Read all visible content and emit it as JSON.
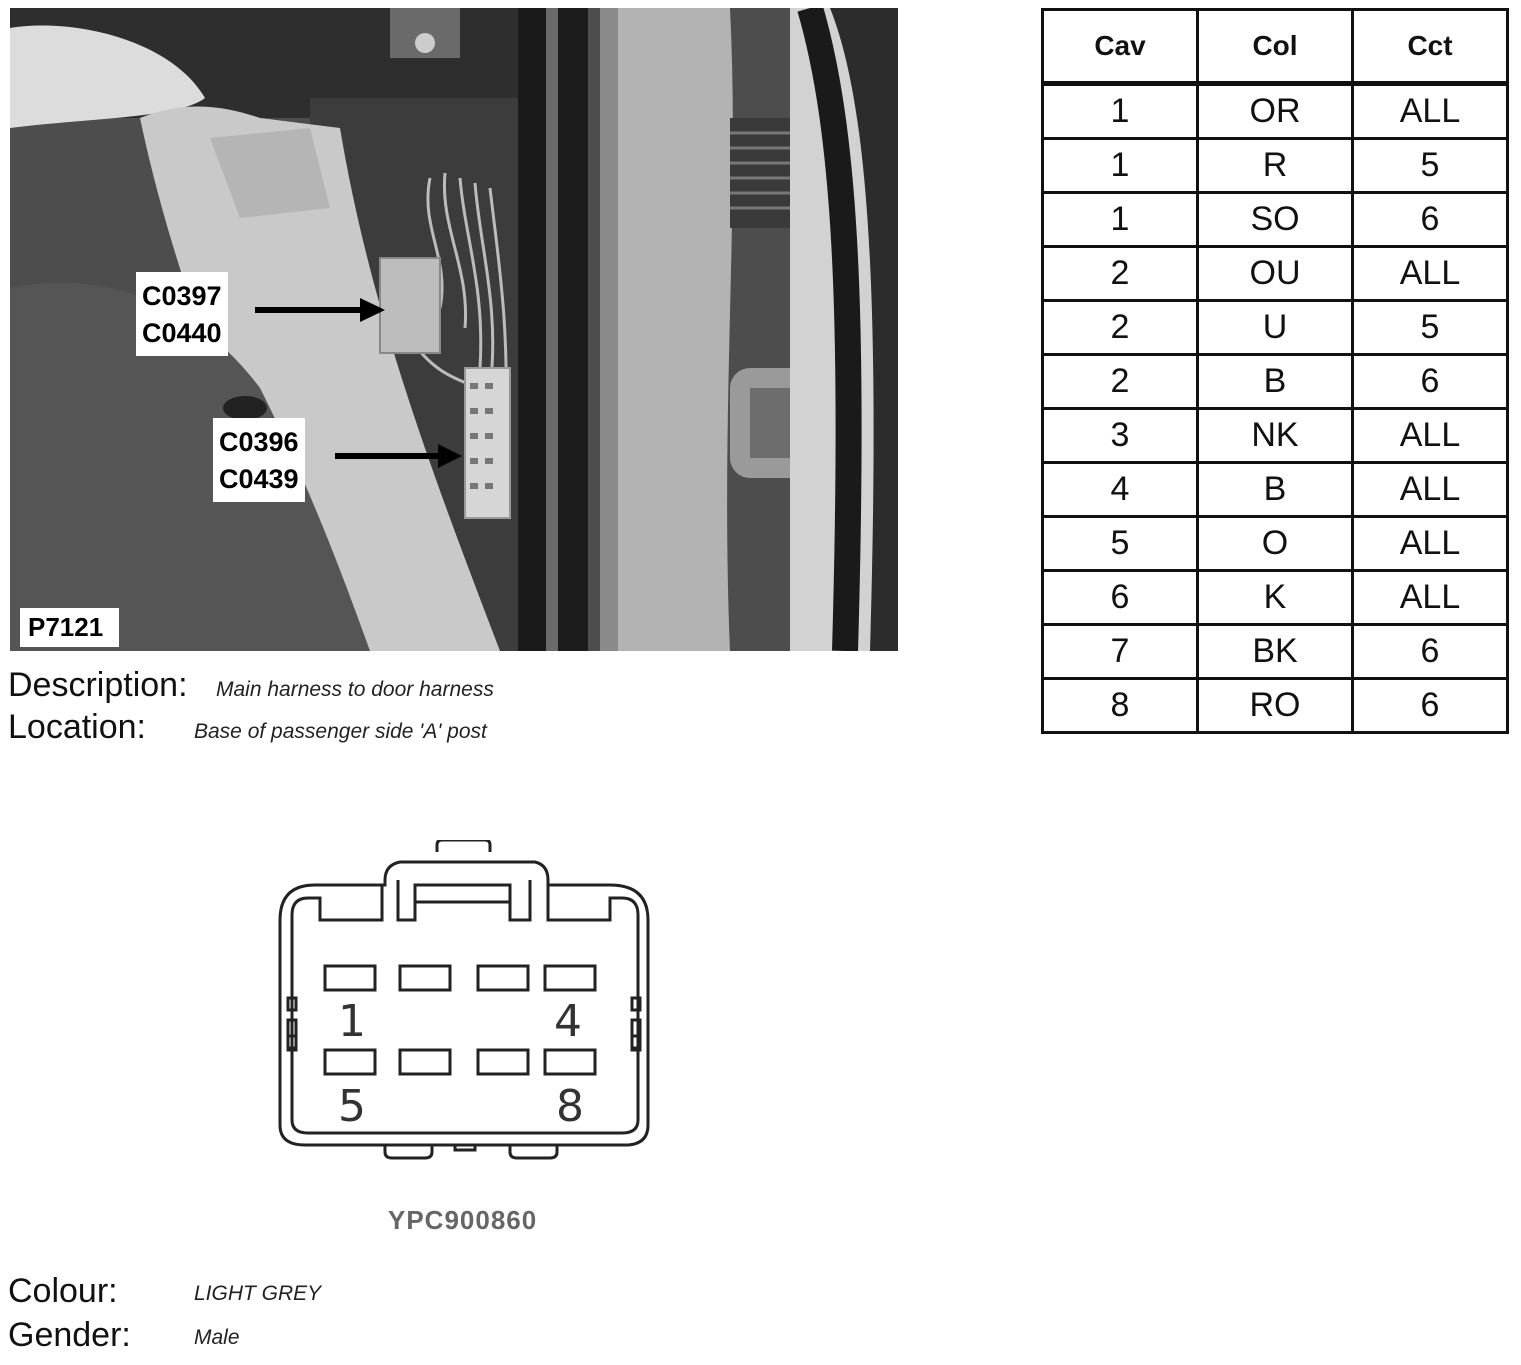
{
  "photo": {
    "callout_top": [
      "C0397",
      "C0440"
    ],
    "callout_bottom": [
      "C0396",
      "C0439"
    ],
    "photo_id": "P7121"
  },
  "info": {
    "description_label": "Description:",
    "description_value": "Main harness to door harness",
    "location_label": "Location:",
    "location_value": "Base of passenger side 'A' post",
    "colour_label": "Colour:",
    "colour_value": "LIGHT GREY",
    "gender_label": "Gender:",
    "gender_value": "Male"
  },
  "pin_table": {
    "headers": [
      "Cav",
      "Col",
      "Cct"
    ],
    "rows": [
      [
        "1",
        "OR",
        "ALL"
      ],
      [
        "1",
        "R",
        "5"
      ],
      [
        "1",
        "SO",
        "6"
      ],
      [
        "2",
        "OU",
        "ALL"
      ],
      [
        "2",
        "U",
        "5"
      ],
      [
        "2",
        "B",
        "6"
      ],
      [
        "3",
        "NK",
        "ALL"
      ],
      [
        "4",
        "B",
        "ALL"
      ],
      [
        "5",
        "O",
        "ALL"
      ],
      [
        "6",
        "K",
        "ALL"
      ],
      [
        "7",
        "BK",
        "6"
      ],
      [
        "8",
        "RO",
        "6"
      ]
    ]
  },
  "connector": {
    "pin_label_1": "1",
    "pin_label_4": "4",
    "pin_label_5": "5",
    "pin_label_8": "8",
    "part_code": "YPC900860"
  }
}
